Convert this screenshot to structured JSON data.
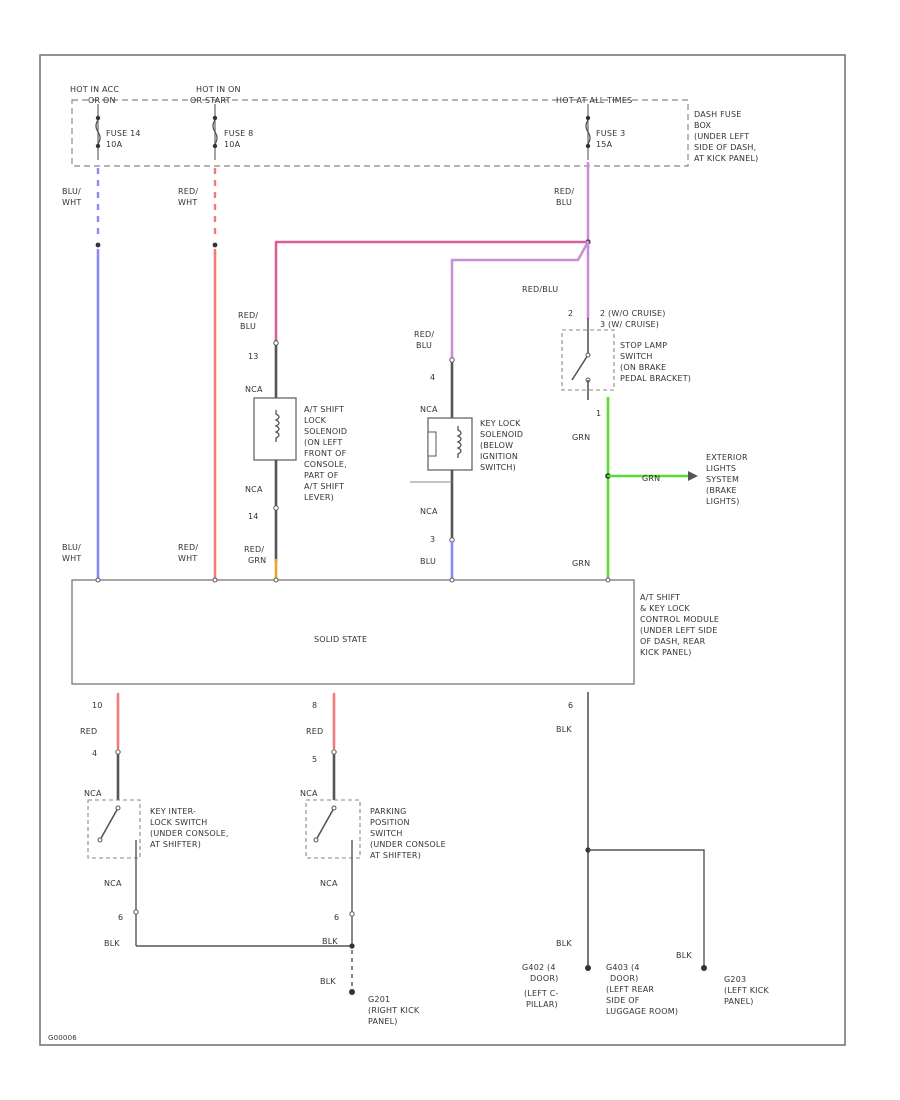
{
  "colors": {
    "blu": "#8a8af5",
    "red": "#f27a7a",
    "pink": "#d8609a",
    "violet": "#c890d8",
    "grn": "#55dd33",
    "org": "#f2a035",
    "blk": "#555555",
    "frame": "#777777"
  },
  "fuse_box": {
    "hot_left": [
      "HOT IN ACC",
      "OR ON"
    ],
    "hot_mid": [
      "HOT IN ON",
      "OR START"
    ],
    "hot_right": "HOT AT ALL TIMES",
    "fuse_14": [
      "FUSE 14",
      "10A"
    ],
    "fuse_8": [
      "FUSE 8",
      "10A"
    ],
    "fuse_3": [
      "FUSE 3",
      "15A"
    ],
    "label": [
      "DASH FUSE",
      "BOX",
      "(UNDER LEFT",
      "SIDE OF DASH,",
      "AT KICK PANEL)"
    ]
  },
  "wires": {
    "blu_wht_top": [
      "BLU/",
      "WHT"
    ],
    "red_wht_top": [
      "RED/",
      "WHT"
    ],
    "red_blu_top": [
      "RED/",
      "BLU"
    ],
    "red_blu_shift": [
      "RED/",
      "BLU"
    ],
    "red_blu_key": [
      "RED/",
      "BLU"
    ],
    "red_blu_stop": "RED/BLU",
    "grn_mid": "GRN",
    "grn_right": "GRN",
    "grn_bottom": "GRN",
    "blu_wht_bottom": [
      "BLU/",
      "WHT"
    ],
    "red_wht_bottom": [
      "RED/",
      "WHT"
    ],
    "red_grn": [
      "RED/",
      "GRN"
    ],
    "blu": "BLU",
    "red_left": "RED",
    "red_mid": "RED",
    "blk_module": "BLK",
    "blk_sw1": "BLK",
    "blk_sw2a": "BLK",
    "blk_sw2b": "BLK",
    "blk_g201": "BLK",
    "blk_g203": "BLK"
  },
  "pins": {
    "p13": "13",
    "p14": "14",
    "p4": "4",
    "p3": "3",
    "p2": "2",
    "p1": "1",
    "p10": "10",
    "p8": "8",
    "p5": "5",
    "p6": "6",
    "p6b": "6",
    "p4b": "4"
  },
  "components": {
    "shift_lock": [
      "A/T SHIFT",
      "LOCK",
      "SOLENOID",
      "(ON LEFT",
      "FRONT OF",
      "CONSOLE,",
      "PART OF",
      "A/T SHIFT",
      "LEVER)"
    ],
    "key_lock": [
      "KEY LOCK",
      "SOLENOID",
      "(BELOW",
      "IGNITION",
      "SWITCH)"
    ],
    "stop_lamp": [
      "STOP LAMP",
      "SWITCH",
      "(ON BRAKE",
      "PEDAL BRACKET)"
    ],
    "stop_lamp_pins": [
      "2 (W/O CRUISE)",
      "3 (W/ CRUISE)"
    ],
    "exterior": [
      "EXTERIOR",
      "LIGHTS",
      "SYSTEM",
      "(BRAKE",
      "LIGHTS)"
    ],
    "module": [
      "A/T SHIFT",
      "& KEY LOCK",
      "CONTROL MODULE",
      "(UNDER LEFT SIDE",
      "OF DASH, REAR",
      "KICK PANEL)"
    ],
    "module_inner": "SOLID STATE",
    "key_interlock": [
      "KEY INTER-",
      "LOCK SWITCH",
      "(UNDER CONSOLE,",
      "AT SHIFTER)"
    ],
    "park_position": [
      "PARKING",
      "POSITION",
      "SWITCH",
      "(UNDER CONSOLE",
      "AT SHIFTER)"
    ],
    "g201": [
      "G201",
      "(RIGHT KICK",
      "PANEL)"
    ],
    "g402": [
      "G402 (4",
      "DOOR)",
      "(LEFT C-",
      "PILLAR)"
    ],
    "g403": [
      "G403 (4",
      "DOOR)",
      "(LEFT REAR",
      "SIDE OF",
      "LUGGAGE ROOM)"
    ],
    "g203": [
      "G203",
      "(LEFT KICK",
      "PANEL)"
    ],
    "nca": "NCA",
    "nca2": "NCA",
    "nca3": "NCA",
    "nca4": "NCA",
    "nca5": "NCA",
    "nca6": "NCA",
    "nca7": "NCA",
    "nca8": "NCA"
  },
  "footer": {
    "code": "G00006"
  }
}
